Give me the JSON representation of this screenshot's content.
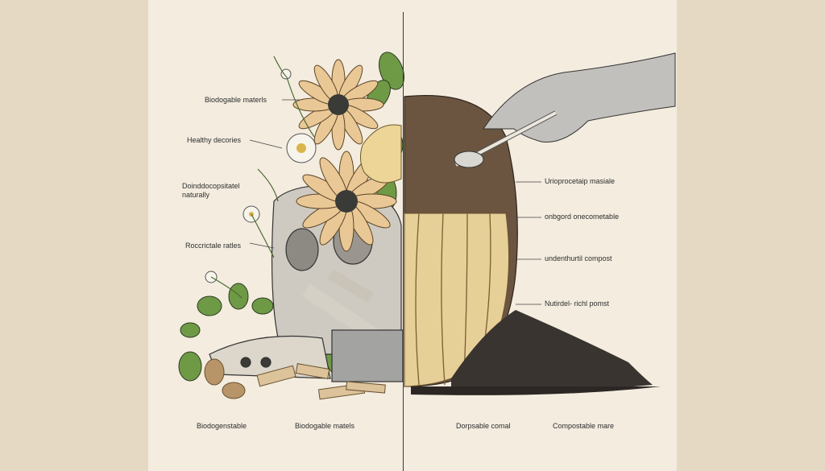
{
  "left_labels": {
    "biodegradable_materials": "Biodogable materls",
    "healthy": "Healthy decories",
    "decomposes": "Doinddocopsitatel naturally",
    "recyclable": "Roccrictale ratles"
  },
  "right_labels": {
    "unprocessable": "Uriopr​ocetaip masiale",
    "ongoing": "onbgord onecometable",
    "underground": "undenthurtil compost",
    "nutrient": "Nutirdel- richl pomst"
  },
  "bottom_labels": {
    "b1": "Biodogenstable",
    "b2": "Biodogable matels",
    "b3": "Dorpsable comal",
    "b4": "Compostable mare"
  },
  "colors": {
    "background": "#e6d9c4",
    "panel": "#f3ecdf",
    "leaf": "#5e8a3a",
    "soil": "#3a3430"
  }
}
